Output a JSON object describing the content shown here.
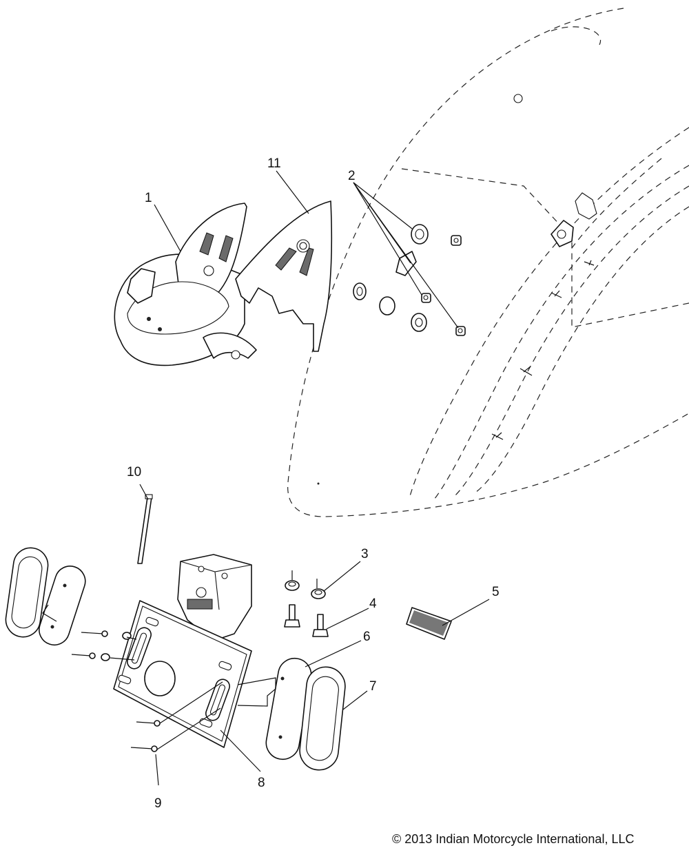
{
  "callouts": [
    "1",
    "2",
    "3",
    "4",
    "5",
    "6",
    "7",
    "8",
    "9",
    "10",
    "11"
  ],
  "copyright": "© 2013 Indian Motorcycle International, LLC"
}
